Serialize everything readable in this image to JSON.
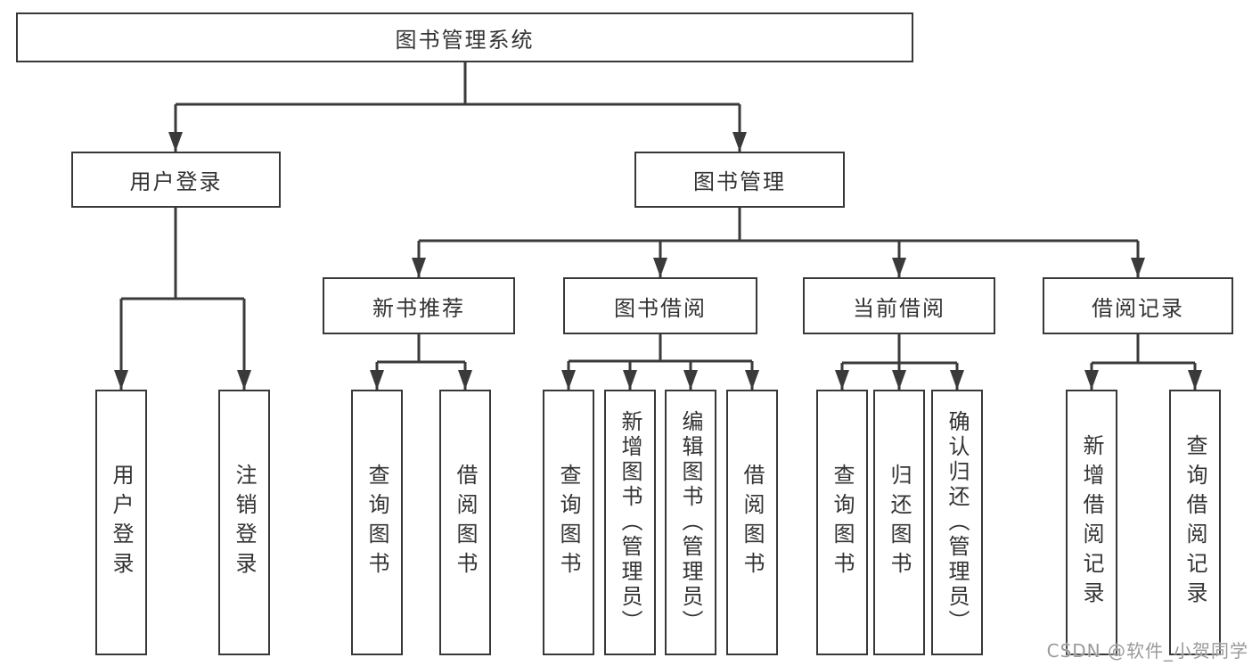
{
  "nodes": {
    "root": {
      "label": "图书管理系统"
    },
    "user_login": {
      "label": "用户登录"
    },
    "book_mgmt": {
      "label": "图书管理"
    },
    "new_book_rec": {
      "label": "新书推荐"
    },
    "book_borrow": {
      "label": "图书借阅"
    },
    "current_borrow": {
      "label": "当前借阅"
    },
    "borrow_records": {
      "label": "借阅记录"
    },
    "leaf_user_login": {
      "label": "用户登录"
    },
    "leaf_logout": {
      "label": "注销登录"
    },
    "leaf_query_books_rec": {
      "label": "查询图书"
    },
    "leaf_borrow_books_rec": {
      "label": "借阅图书"
    },
    "leaf_query_books_borrow": {
      "label": "查询图书"
    },
    "leaf_add_book_admin": {
      "label": "新增图书（管理员）"
    },
    "leaf_edit_book_admin": {
      "label": "编辑图书（管理员）"
    },
    "leaf_borrow_books_borrow": {
      "label": "借阅图书"
    },
    "leaf_query_books_current": {
      "label": "查询图书"
    },
    "leaf_return_book": {
      "label": "归还图书"
    },
    "leaf_confirm_return_admin": {
      "label": "确认归还（管理员）"
    },
    "leaf_add_borrow_record": {
      "label": "新增借阅记录"
    },
    "leaf_query_borrow_record": {
      "label": "查询借阅记录"
    }
  },
  "structure": {
    "图书管理系统": {
      "用户登录": [
        "用户登录",
        "注销登录"
      ],
      "图书管理": {
        "新书推荐": [
          "查询图书",
          "借阅图书"
        ],
        "图书借阅": [
          "查询图书",
          "新增图书（管理员）",
          "编辑图书（管理员）",
          "借阅图书"
        ],
        "当前借阅": [
          "查询图书",
          "归还图书",
          "确认归还（管理员）"
        ],
        "借阅记录": [
          "新增借阅记录",
          "查询借阅记录"
        ]
      }
    }
  },
  "colors": {
    "line": "#3a3a3a",
    "box_border": "#383838",
    "box_fill": "#ffffff",
    "text": "#333333",
    "watermark": "#9a9a9a",
    "background": "#ffffff"
  },
  "watermark": {
    "text": "CSDN @软件_小贺同学"
  }
}
